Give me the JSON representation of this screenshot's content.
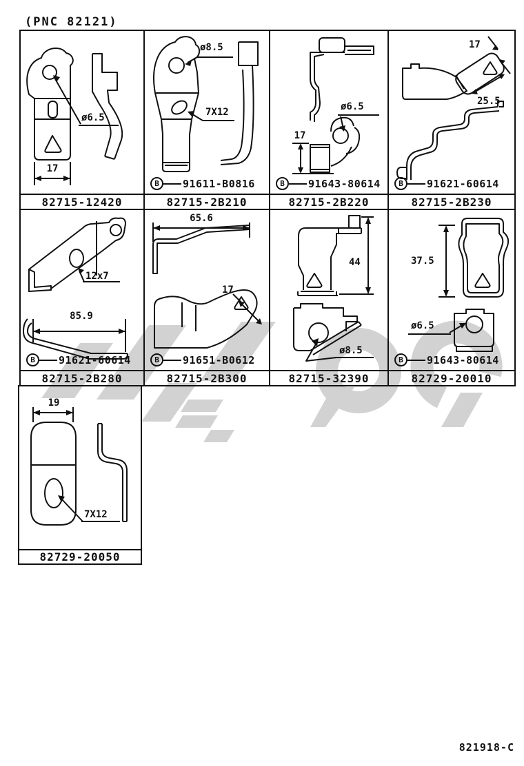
{
  "page": {
    "pnc_title": "(PNC 82121)",
    "doc_number": "821918-C"
  },
  "bolt_icon": {
    "letter": "B"
  },
  "colors": {
    "line": "#111111",
    "background": "#ffffff",
    "watermark": "#d2d2d2"
  },
  "cells": [
    {
      "part_number": "82715-12420",
      "dims": {
        "hole_diameter": "ø6.5",
        "width": "17"
      }
    },
    {
      "part_number": "82715-2B210",
      "bolt_number": "91611-B0816",
      "dims": {
        "hole_diameter": "ø8.5",
        "slot": "7X12"
      }
    },
    {
      "part_number": "82715-2B220",
      "bolt_number": "91643-80614",
      "dims": {
        "hole_diameter": "ø6.5",
        "height": "17"
      }
    },
    {
      "part_number": "82715-2B230",
      "bolt_number": "91621-60614",
      "dims": {
        "width": "17",
        "length": "25.5"
      }
    },
    {
      "part_number": "82715-2B280",
      "bolt_number": "91621-60614",
      "dims": {
        "slot": "12x7",
        "length": "85.9"
      }
    },
    {
      "part_number": "82715-2B300",
      "bolt_number": "91651-B0612",
      "dims": {
        "length": "65.6",
        "width": "17"
      }
    },
    {
      "part_number": "82715-32390",
      "dims": {
        "height": "44",
        "hole_diameter": "ø8.5"
      }
    },
    {
      "part_number": "82729-20010",
      "bolt_number": "91643-80614",
      "dims": {
        "height": "37.5",
        "hole_diameter": "ø6.5"
      }
    },
    {
      "part_number": "82729-20050",
      "dims": {
        "width": "19",
        "slot": "7X12"
      }
    }
  ]
}
